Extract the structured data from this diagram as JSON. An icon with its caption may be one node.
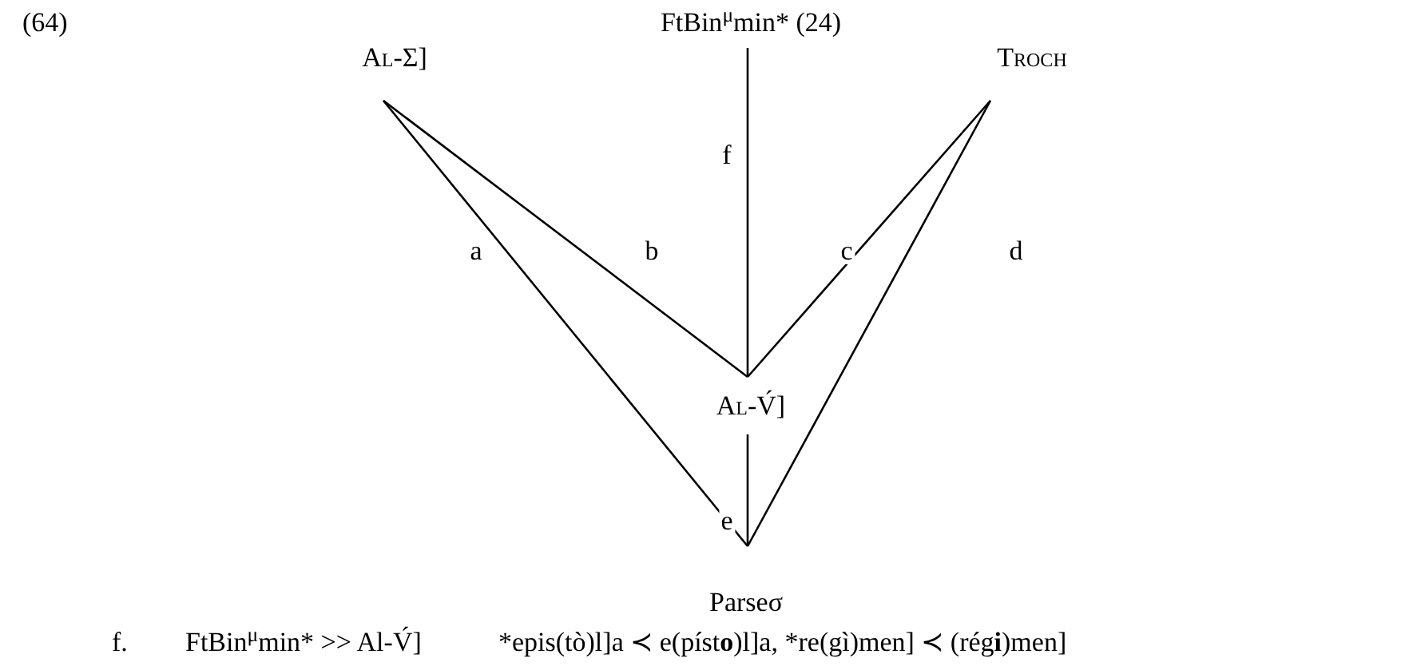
{
  "diagram": {
    "nodes": [
      {
        "text": [
          "FtBin$^{μ}$min* (24)"
        ]
      },
      {
        "text": [
          "Al-Σ]"
        ]
      },
      {
        "text": [
          "Troch"
        ]
      },
      {
        "text": [
          "Al-V́]"
        ]
      },
      {
        "text": [
          "Parseσ"
        ]
      }
    ],
    "edges": [
      {
        "from": 1,
        "to": 4,
        "arrow": "none",
        "label": "a"
      },
      {
        "from": 1,
        "to": 3,
        "arrow": "none",
        "label": "b"
      },
      {
        "from": 2,
        "to": 3,
        "arrow": "none",
        "label": "c"
      },
      {
        "from": 2,
        "to": 4,
        "arrow": "none",
        "label": "d"
      },
      {
        "from": 0,
        "to": 3,
        "arrow": "none",
        "label": "f"
      },
      {
        "from": 3,
        "to": 4,
        "arrow": "none",
        "label": "e"
      }
    ],
    "labels": [
      "(64)",
      "f.",
      "FtBin$^{μ}$min* >> Al-V́]",
      "*epis(tò)l]a ≺ e(píst**o**)l]a, *re(gì)men] ≺ (rég**i**)men]"
    ]
  }
}
